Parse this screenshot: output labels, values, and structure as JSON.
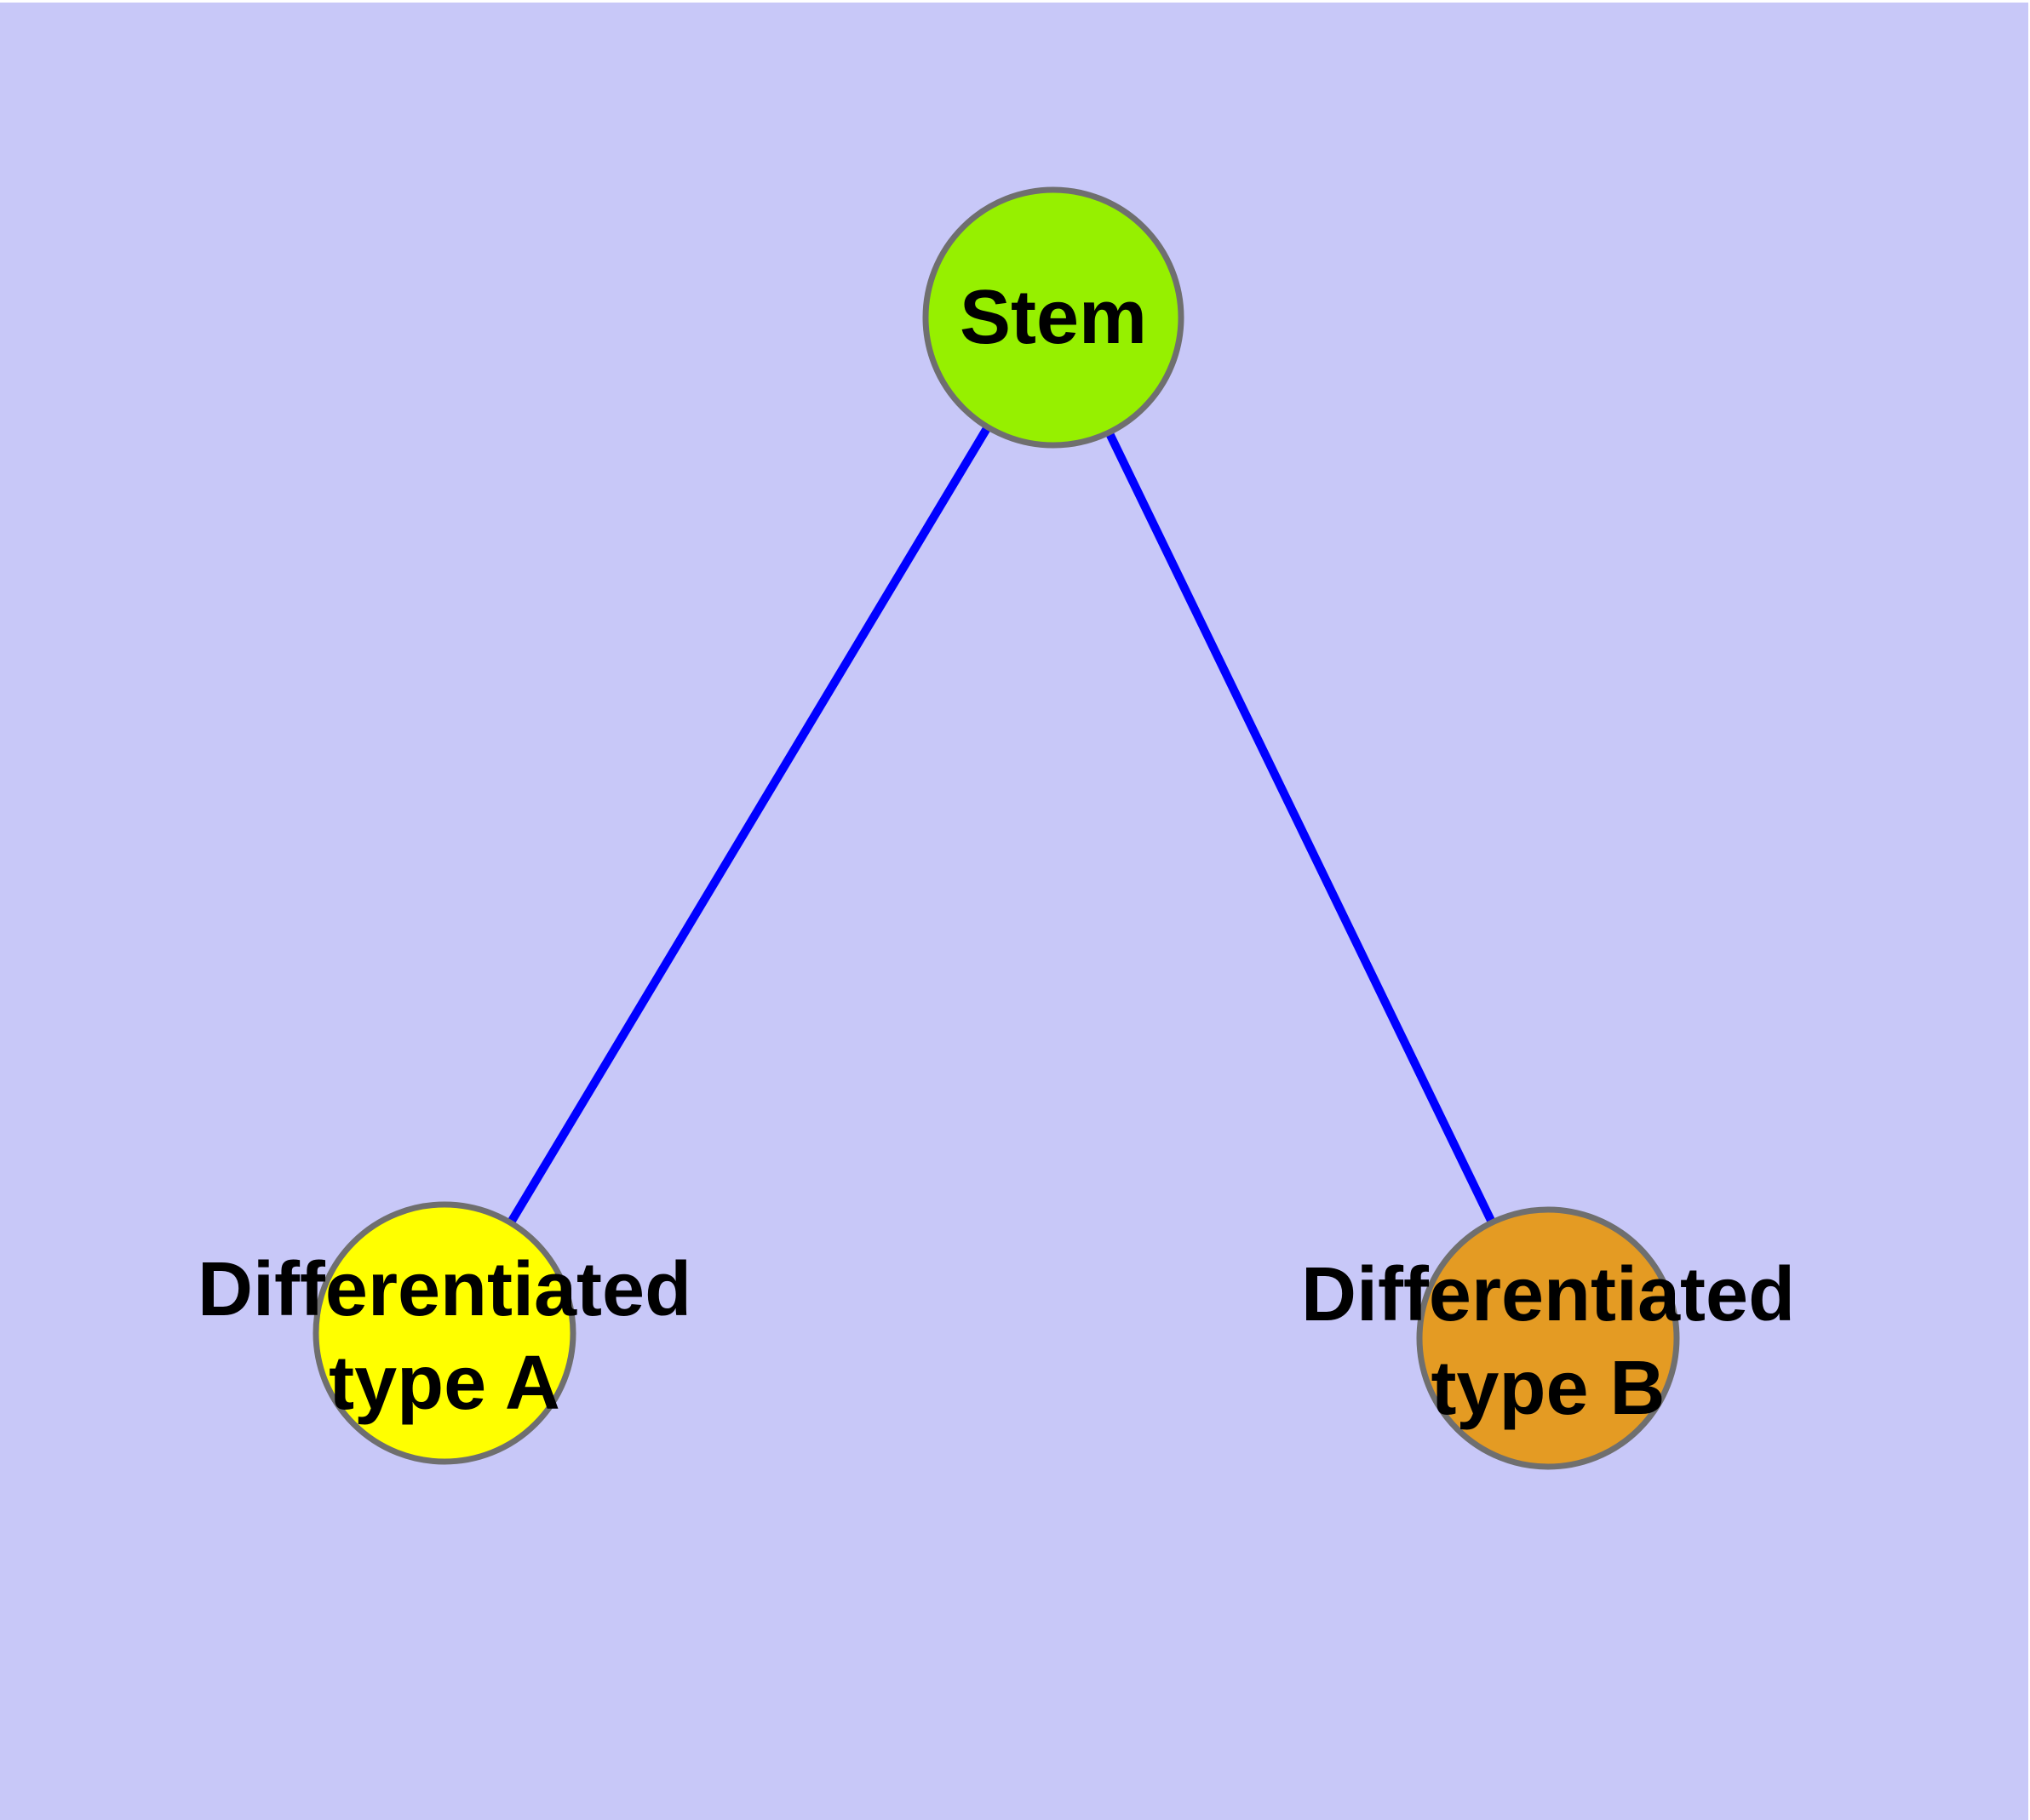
{
  "diagram": {
    "background_color": "#C8C8F8",
    "edge_color": "#0000FF",
    "node_border_color": "#6F6F6F",
    "text_color": "#000000",
    "nodes": {
      "stem": {
        "label": "Stem",
        "fill": "#96F000"
      },
      "type_a": {
        "label": "Differentiated type A",
        "label_line1": "Differentiated",
        "label_line2": "type A",
        "fill": "#FFFF00"
      },
      "type_b": {
        "label": "Differentiated type B",
        "label_line1": "Differentiated",
        "label_line2": "type B",
        "fill": "#E49B23"
      }
    },
    "edges": [
      {
        "from": "Stem",
        "to": "Differentiated type A"
      },
      {
        "from": "Stem",
        "to": "Differentiated type B"
      }
    ]
  }
}
